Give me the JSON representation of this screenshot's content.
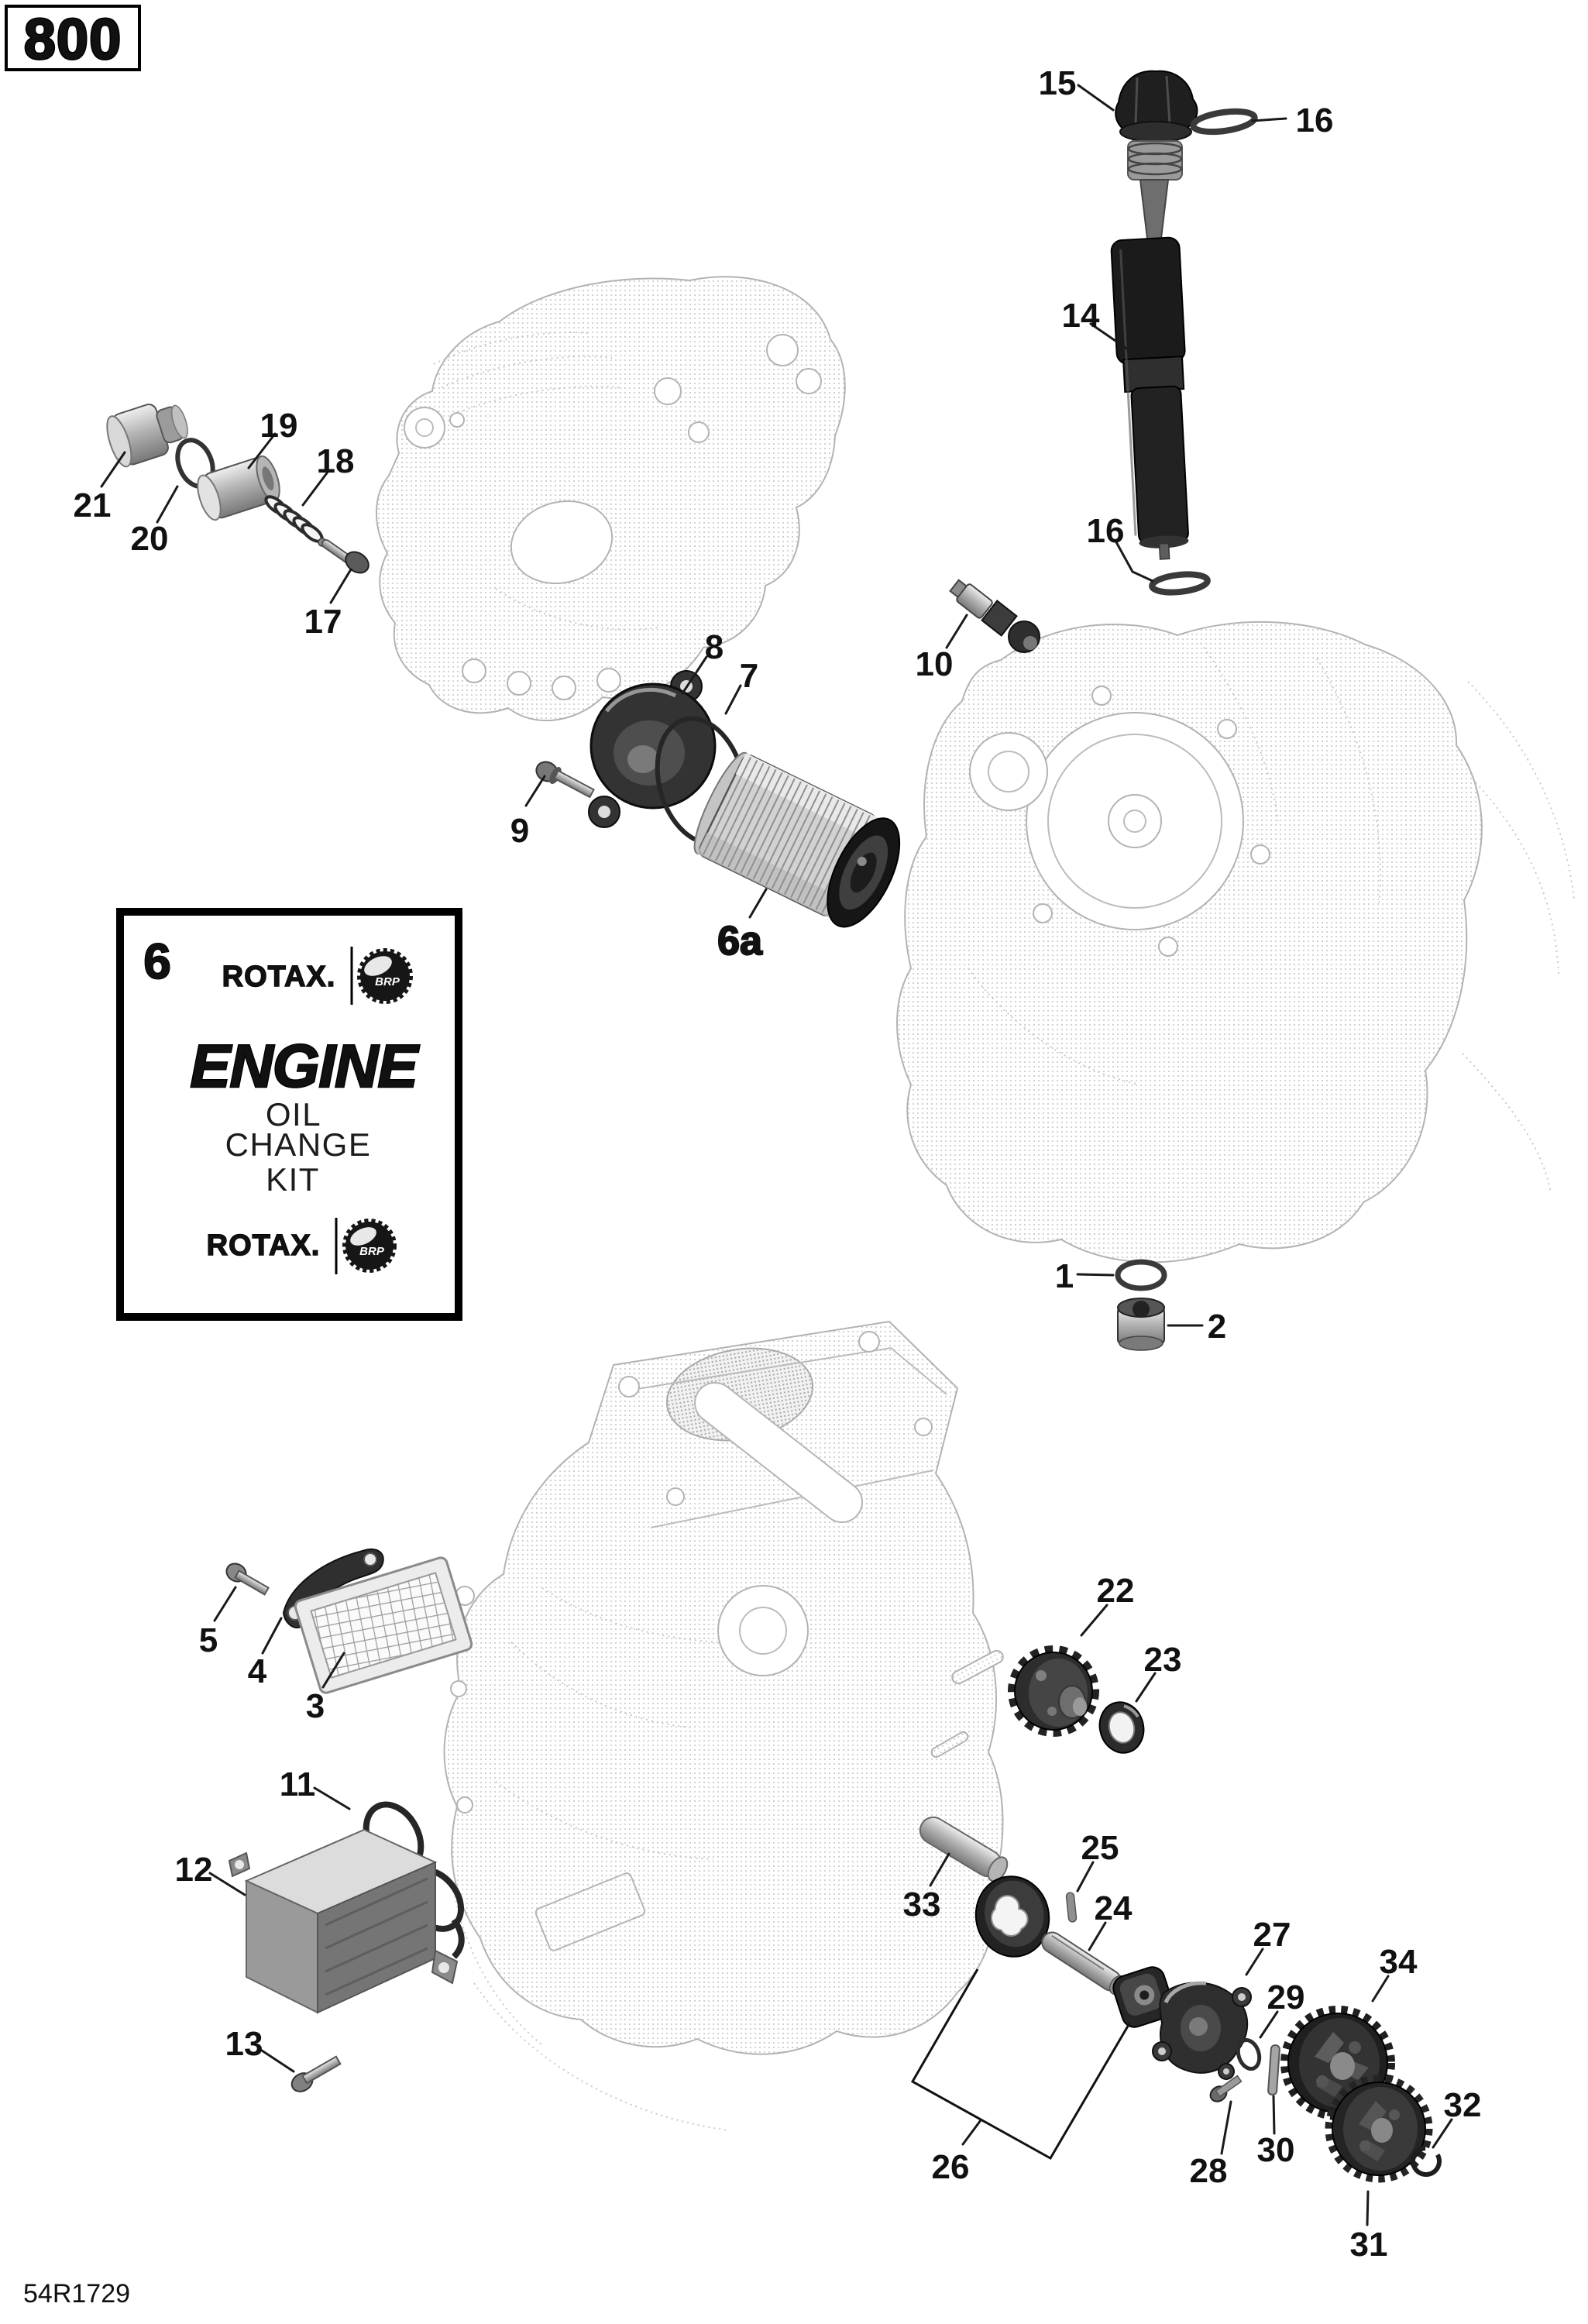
{
  "page": {
    "model_badge": "800",
    "drawing_code": "54R1729"
  },
  "kit_label": {
    "item_number": "6",
    "brand": "ROTAX.",
    "logo": "BRP",
    "title": "ENGINE",
    "subtitle_lines": [
      "OIL",
      "CHANGE",
      "KIT"
    ]
  },
  "callouts": [
    {
      "label": "15"
    },
    {
      "label": "16"
    },
    {
      "label": "14"
    },
    {
      "label": "16"
    },
    {
      "label": "10"
    },
    {
      "label": "19"
    },
    {
      "label": "18"
    },
    {
      "label": "21"
    },
    {
      "label": "20"
    },
    {
      "label": "17"
    },
    {
      "label": "8"
    },
    {
      "label": "7"
    },
    {
      "label": "9"
    },
    {
      "label": "6a"
    },
    {
      "label": "1"
    },
    {
      "label": "2"
    },
    {
      "label": "5"
    },
    {
      "label": "4"
    },
    {
      "label": "3"
    },
    {
      "label": "22"
    },
    {
      "label": "23"
    },
    {
      "label": "11"
    },
    {
      "label": "12"
    },
    {
      "label": "13"
    },
    {
      "label": "33"
    },
    {
      "label": "25"
    },
    {
      "label": "24"
    },
    {
      "label": "26"
    },
    {
      "label": "27"
    },
    {
      "label": "29"
    },
    {
      "label": "34"
    },
    {
      "label": "28"
    },
    {
      "label": "30"
    },
    {
      "label": "32"
    },
    {
      "label": "31"
    }
  ]
}
